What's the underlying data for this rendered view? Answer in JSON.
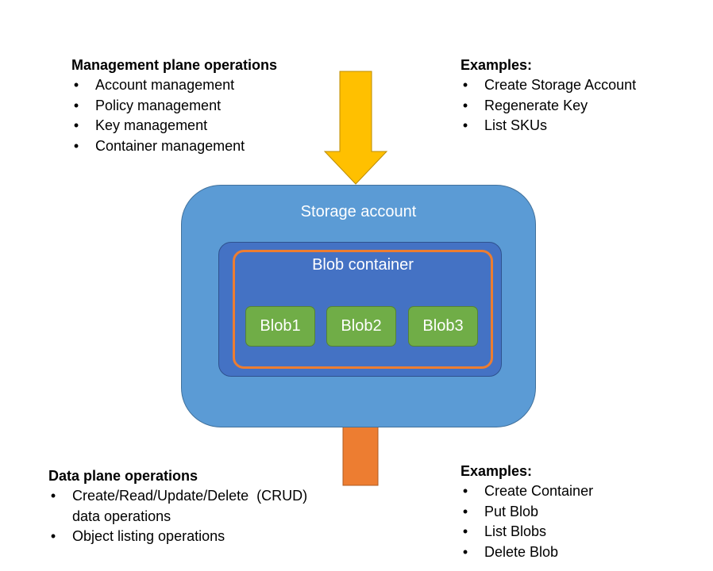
{
  "management_plane": {
    "heading": "Management plane operations",
    "items": [
      "Account management",
      "Policy management",
      "Key management",
      "Container management"
    ]
  },
  "management_examples": {
    "heading": "Examples:",
    "items": [
      "Create Storage Account",
      "Regenerate Key",
      "List SKUs"
    ]
  },
  "data_plane": {
    "heading": "Data plane operations",
    "items": [
      "Create/Read/Update/Delete  (CRUD) data operations",
      "Object listing operations"
    ]
  },
  "data_examples": {
    "heading": "Examples:",
    "items": [
      "Create Container",
      "Put Blob",
      "List Blobs",
      "Delete Blob"
    ]
  },
  "diagram": {
    "storage_account_label": "Storage account",
    "blob_container_label": "Blob container",
    "blobs": [
      "Blob1",
      "Blob2",
      "Blob3"
    ]
  },
  "bullet_glyph": "•",
  "colors": {
    "storage_account": "#5b9bd5",
    "container_background": "#4472c4",
    "container_outline": "#ed7d31",
    "blob": "#70ad47",
    "management_arrow": "#ffc000",
    "data_arrow": "#ed7d31"
  }
}
